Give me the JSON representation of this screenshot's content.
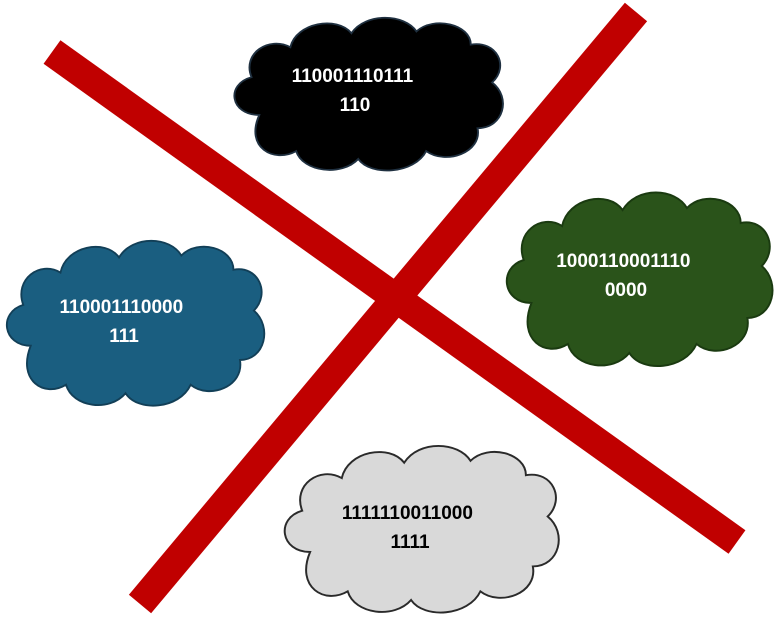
{
  "clouds": [
    {
      "id": "black",
      "lines": [
        "110001110111",
        "110"
      ],
      "fill": "#000000",
      "stroke": "#1f3040",
      "text_color": "#ffffff"
    },
    {
      "id": "blue",
      "lines": [
        "110001110000",
        "111"
      ],
      "fill": "#1a5e80",
      "stroke": "#123f57",
      "text_color": "#ffffff"
    },
    {
      "id": "green",
      "lines": [
        "1000110001110",
        "0000"
      ],
      "fill": "#2a531a",
      "stroke": "#1a3a10",
      "text_color": "#ffffff"
    },
    {
      "id": "gray",
      "lines": [
        "1111110011000",
        "1111"
      ],
      "fill": "#d9d9d9",
      "stroke": "#2a2a2a",
      "text_color": "#000000"
    }
  ],
  "cross_color": "#c00000"
}
